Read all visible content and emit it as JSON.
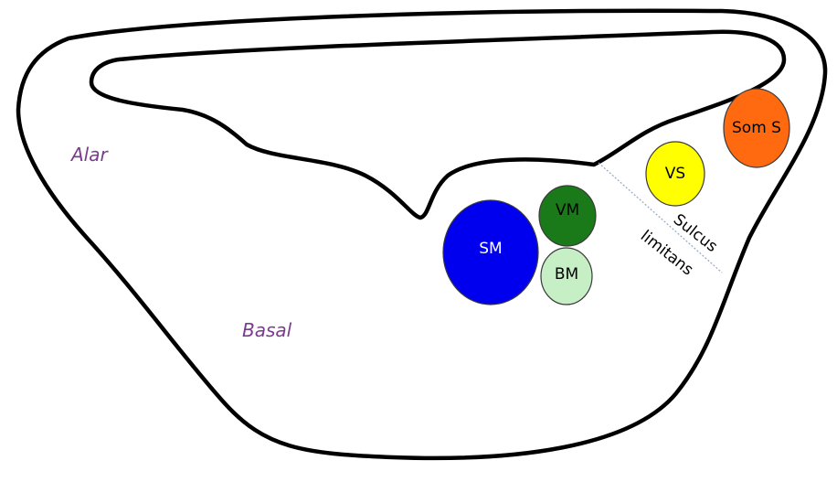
{
  "regions": {
    "alar": "Alar",
    "basal": "Basal"
  },
  "sulcus": {
    "word1": "Sulcus",
    "word2": "limitans"
  },
  "nuclei": {
    "som_s": {
      "label": "Som S",
      "fill": "#ff6a10",
      "text_color": "#000000"
    },
    "vs": {
      "label": "VS",
      "fill": "#ffff00",
      "text_color": "#000000"
    },
    "vm": {
      "label": "VM",
      "fill": "#1a7a1a",
      "text_color": "#000000"
    },
    "sm": {
      "label": "SM",
      "fill": "#0000ee",
      "text_color": "#ffffff"
    },
    "bm": {
      "label": "BM",
      "fill": "#c6efc6",
      "text_color": "#000000"
    }
  }
}
